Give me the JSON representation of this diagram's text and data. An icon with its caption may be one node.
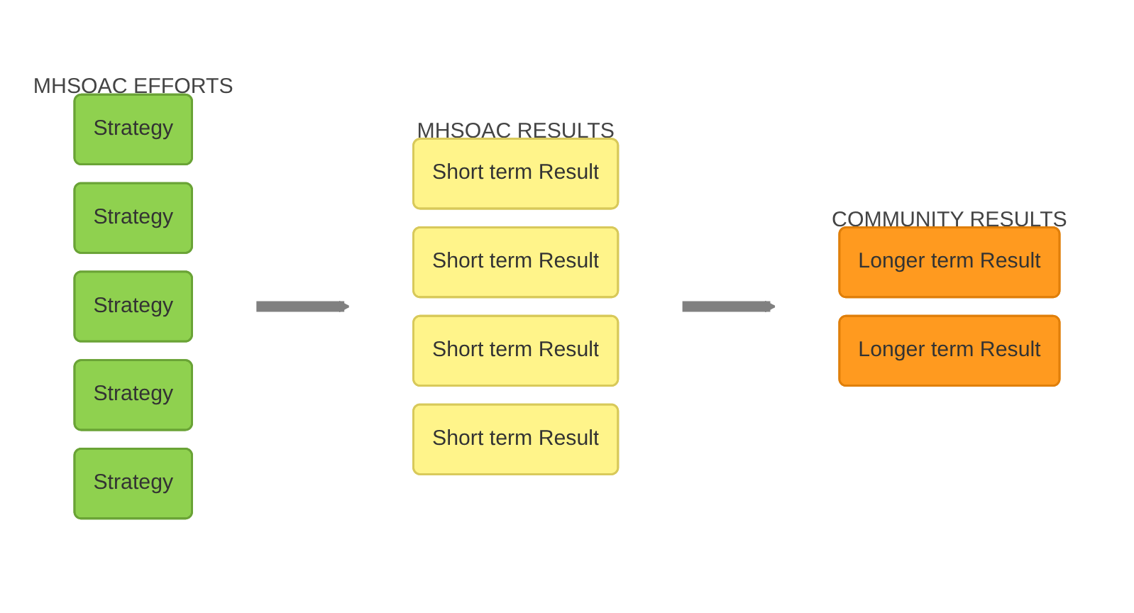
{
  "diagram": {
    "nodes": [
      {
        "text": [
          "MHSOAC EFFORTS"
        ]
      },
      {
        "text": [
          "Strategy"
        ],
        "in": 0
      },
      {
        "text": [
          "Strategy"
        ],
        "in": 0
      },
      {
        "text": [
          "Strategy"
        ],
        "in": 0
      },
      {
        "text": [
          "Strategy"
        ],
        "in": 0
      },
      {
        "text": [
          "Strategy"
        ],
        "in": 0
      },
      {
        "text": [
          "MHSOAC RESULTS"
        ]
      },
      {
        "text": [
          "Short term Result"
        ],
        "in": 6
      },
      {
        "text": [
          "Short term Result"
        ],
        "in": 6
      },
      {
        "text": [
          "Short term Result"
        ],
        "in": 6
      },
      {
        "text": [
          "Short term Result"
        ],
        "in": 6
      },
      {
        "text": [
          "COMMUNITY RESULTS"
        ]
      },
      {
        "text": [
          "Longer term Result"
        ],
        "in": 11
      },
      {
        "text": [
          "Longer term Result"
        ],
        "in": 11
      }
    ],
    "edges": [
      {
        "from": 0,
        "to": 6,
        "arrow": "to"
      },
      {
        "from": 6,
        "to": 11,
        "arrow": "to"
      }
    ]
  }
}
